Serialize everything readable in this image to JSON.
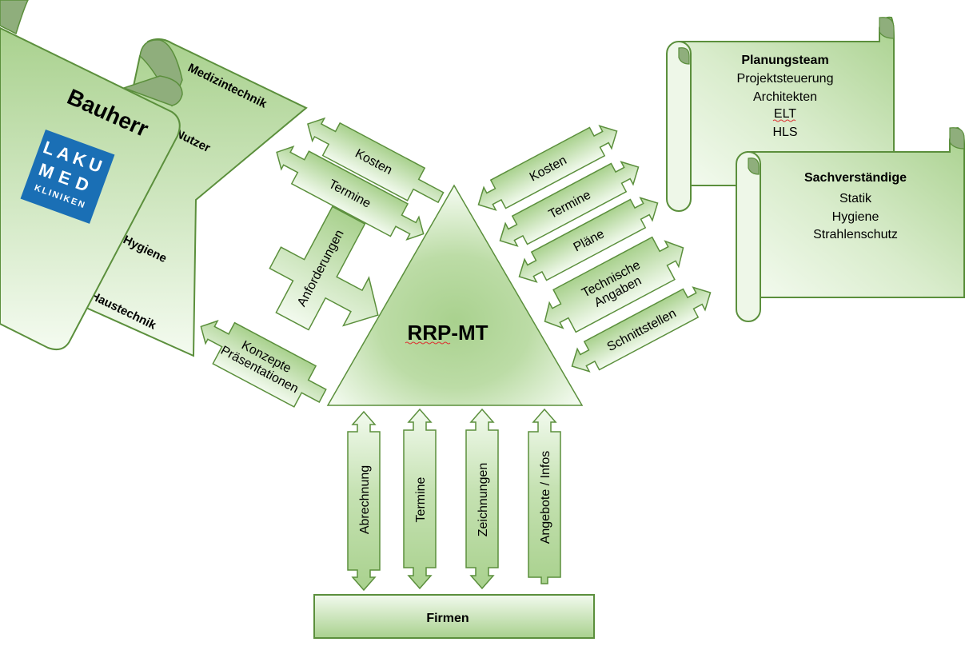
{
  "colors": {
    "fill_dark": "#a9d18e",
    "fill_light": "#f2faee",
    "stroke": "#5b8f3c",
    "roll_shade": "#8fae7c",
    "text": "#000000"
  },
  "center": {
    "label": "RRP-MT"
  },
  "bauherr": {
    "title": "Bauherr",
    "logo": {
      "line1": "LAKU",
      "line2": "MED",
      "line3": "KLINIKEN",
      "color": "#1a6fb5"
    }
  },
  "nutzer_scroll": {
    "items": [
      "Medizintechnik",
      "Nutzer",
      "Hygiene",
      "Haustechnik"
    ]
  },
  "planungsteam": {
    "title": "Planungsteam",
    "items": [
      "Projektsteuerung",
      "Architekten",
      "ELT",
      "HLS"
    ]
  },
  "sachverstaendige": {
    "title": "Sachverständige",
    "items": [
      "Statik",
      "Hygiene",
      "Strahlenschutz"
    ]
  },
  "left_arrows": {
    "kosten": "Kosten",
    "termine": "Termine",
    "anforderungen": "Anforderungen",
    "konzepte_line1": "Konzepte",
    "konzepte_line2": "Präsentationen"
  },
  "right_arrows": [
    "Kosten",
    "Termine",
    "Pläne",
    "Technische|Angaben",
    "Schnittstellen"
  ],
  "right_arrow_labels": {
    "kosten": "Kosten",
    "termine": "Termine",
    "plaene": "Pläne",
    "technische_line1": "Technische",
    "technische_line2": "Angaben",
    "schnittstellen": "Schnittstellen"
  },
  "bottom_arrows": {
    "abrechnung": "Abrechnung",
    "termine": "Termine",
    "zeichnungen": "Zeichnungen",
    "angebote": "Angebote / Infos"
  },
  "firmen": {
    "label": "Firmen"
  }
}
